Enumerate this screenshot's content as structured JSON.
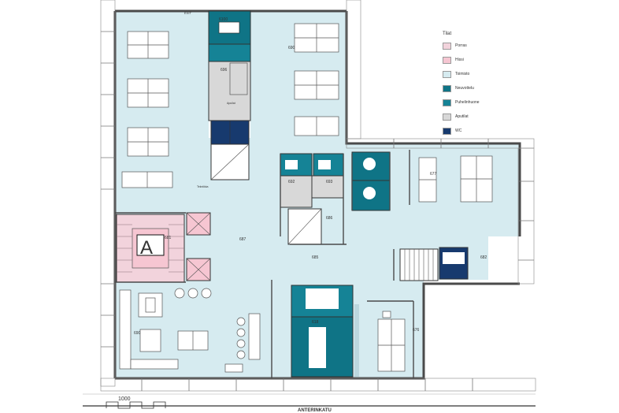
{
  "plan": {
    "street": "ANTERINKATU",
    "scale": "1000",
    "stair": "A",
    "rooms": {
      "r6100": "6100",
      "r696": "696",
      "r690top": "690",
      "r687": "687",
      "r692": "692",
      "r693": "693",
      "r686": "686",
      "r685": "685",
      "r677": "677",
      "r682": "682",
      "r681": "681",
      "r690": "690",
      "r618": "618",
      "r676": "676",
      "exit": "EXIT",
      "tekniikka": "Tekniikka",
      "apu": "Apuilat"
    }
  },
  "legend": {
    "title": "Tilat",
    "items": [
      {
        "label": "Porras",
        "color": "#f2d3dc"
      },
      {
        "label": "Hissi",
        "color": "#f6c6d2"
      },
      {
        "label": "Toimisto",
        "color": "#d6ebf0"
      },
      {
        "label": "Neuvottelu",
        "color": "#0f7486"
      },
      {
        "label": "Puhelinhuone",
        "color": "#158396"
      },
      {
        "label": "Aputilat",
        "color": "#d8d8d8"
      },
      {
        "label": "WC",
        "color": "#173a6e"
      }
    ]
  },
  "colors": {
    "office": "#d6ebf0",
    "meeting": "#0f7486",
    "phone": "#158396",
    "aux": "#d8d8d8",
    "wc": "#173a6e",
    "stair": "#f2d3dc",
    "elevator": "#f6c6d2",
    "wall": "#4a4a4a"
  }
}
